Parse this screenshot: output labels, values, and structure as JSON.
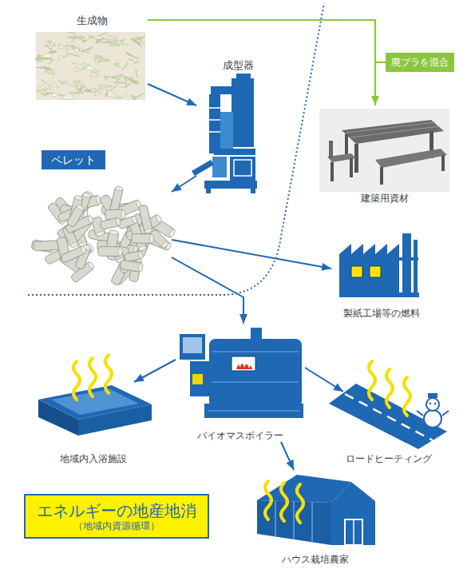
{
  "diagram": {
    "nodes": [
      {
        "text": [
          "生成物"
        ]
      },
      {
        "text": [
          "成型器"
        ]
      },
      {
        "text": [
          "ペレット"
        ]
      },
      {
        "text": [
          "建築用資材"
        ]
      },
      {
        "text": [
          "製紙工場等の燃料"
        ]
      },
      {
        "text": [
          "バイオマスボイラー"
        ]
      },
      {
        "text": [
          "地域内入浴施設"
        ]
      },
      {
        "text": [
          "ロードヒーティング"
        ]
      },
      {
        "text": [
          "ハウス栽培農家"
        ]
      },
      {
        "text": [
          "エネルギーの地産地消",
          "（地域内資源循環）"
        ]
      }
    ],
    "edges": [
      {
        "from": 0,
        "to": 1,
        "arrow": "to"
      },
      {
        "from": 1,
        "to": 2,
        "arrow": "to"
      },
      {
        "from": 0,
        "to": 3,
        "arrow": "to",
        "label": "廃プラを混合"
      },
      {
        "from": 2,
        "to": 4,
        "arrow": "to"
      },
      {
        "from": 2,
        "to": 5,
        "arrow": "to"
      },
      {
        "from": 5,
        "to": 6,
        "arrow": "to"
      },
      {
        "from": 5,
        "to": 7,
        "arrow": "to"
      },
      {
        "from": 5,
        "to": 8,
        "arrow": "to"
      }
    ]
  }
}
